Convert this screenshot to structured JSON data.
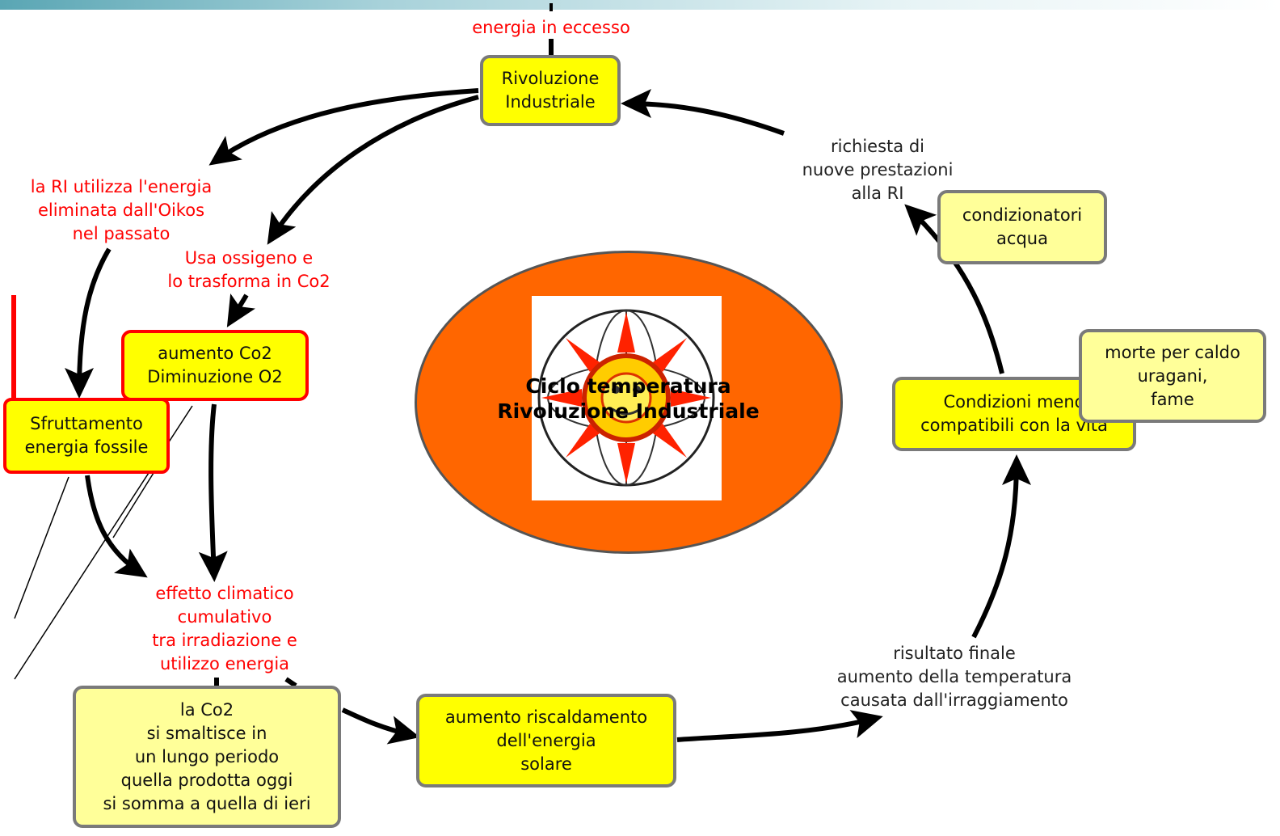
{
  "center": {
    "title": "Ciclo temperatura\nRivoluzione Industriale"
  },
  "nodes": {
    "rivoluzione": "Rivoluzione\nIndustriale",
    "aumento_co2": "aumento Co2\nDiminuzione O2",
    "sfruttamento": "Sfruttamento\nenergia fossile",
    "co2_smaltisce": "la Co2\nsi smaltisce in\nun lungo periodo\nquella prodotta oggi\nsi somma a quella di ieri",
    "aumento_riscaldamento": "aumento riscaldamento\ndell'energia\nsolare",
    "condizioni": "Condizioni meno\ncompatibili con la vita",
    "condizionatori": "condizionatori\nacqua",
    "morte": "morte per caldo\nuragani,\nfame"
  },
  "labels": {
    "energia_eccesso": "energia in eccesso",
    "ri_utilizza": "la RI utilizza l'energia\neliminata dall'Oikos\nnel passato",
    "usa_ossigeno": "Usa ossigeno e\nlo trasforma in Co2",
    "effetto_climatico": "effetto climatico\ncumulativo\ntra irradiazione e\nutilizzo energia",
    "richiesta": "richiesta di\nnuove prestazioni\nalla RI",
    "risultato": "risultato finale\naumento della temperatura\ncausata dall'irraggiamento"
  },
  "colors": {
    "concept_fill": "#ffff00",
    "pale_fill": "#ffff99",
    "link_label_red": "#ff0000",
    "center_fill": "#ff6600"
  }
}
